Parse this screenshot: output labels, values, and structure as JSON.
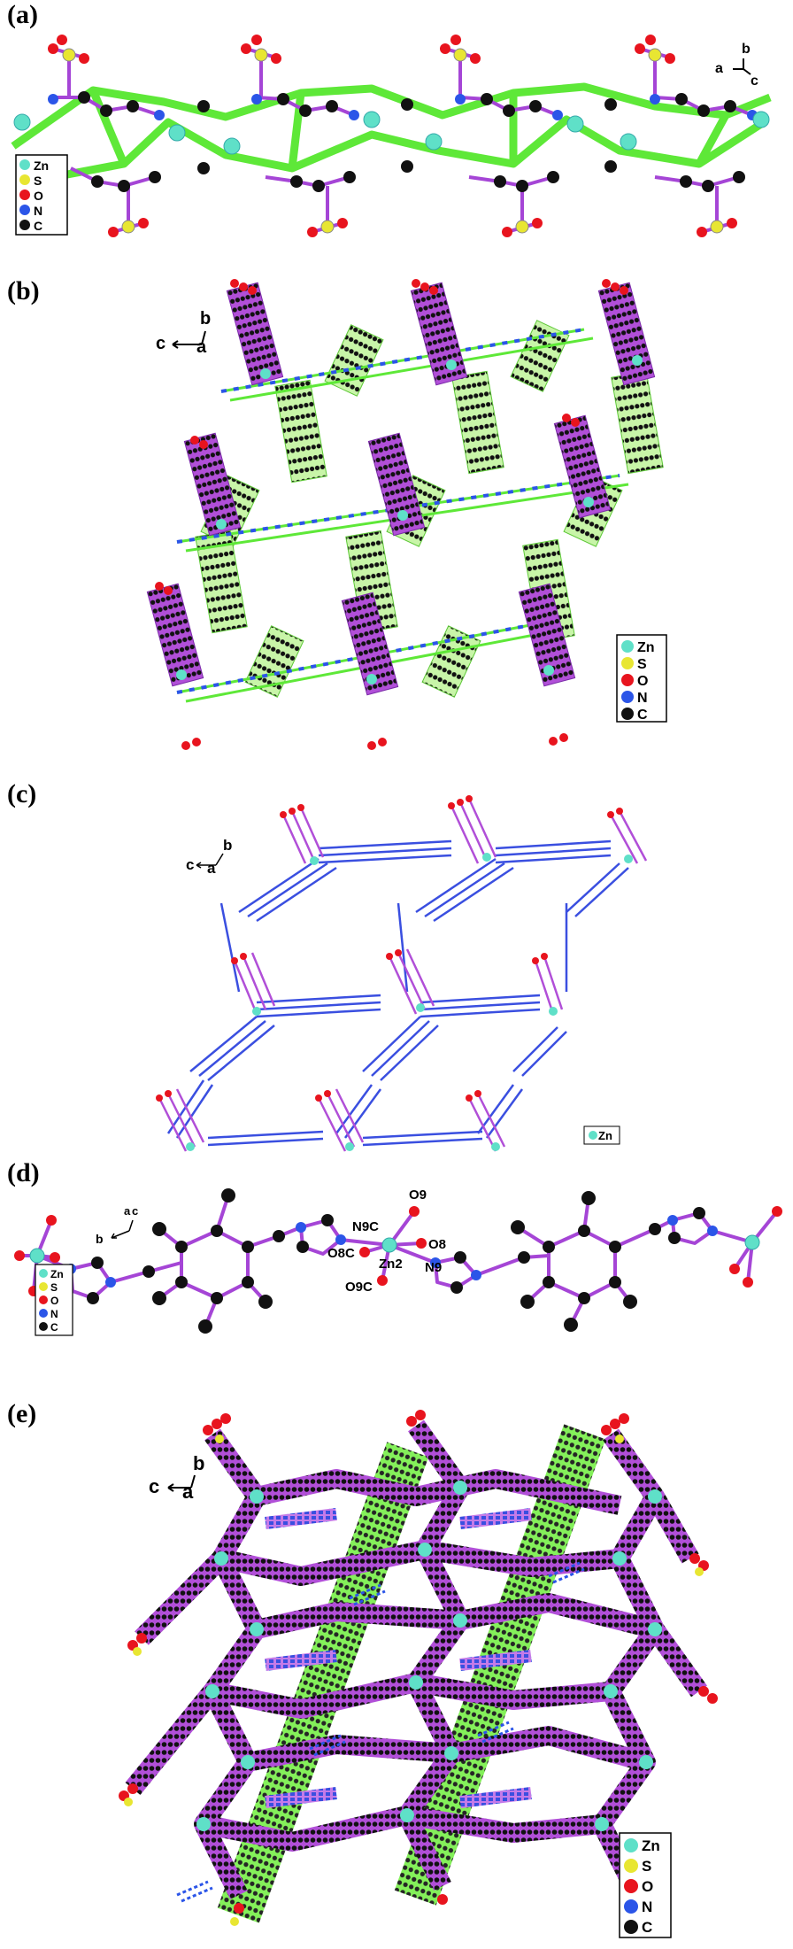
{
  "panels": [
    {
      "label": "(a)",
      "axes": [
        "a",
        "b",
        "c"
      ]
    },
    {
      "label": "(b)",
      "axes": [
        "c",
        "b",
        "a"
      ]
    },
    {
      "label": "(c)",
      "axes": [
        "c",
        "a",
        "b"
      ]
    },
    {
      "label": "(d)",
      "axes": [
        "b",
        "a",
        "c"
      ]
    },
    {
      "label": "(e)",
      "axes": [
        "c",
        "b",
        "a"
      ]
    }
  ],
  "legend": {
    "elements": [
      "Zn",
      "S",
      "O",
      "N",
      "C"
    ],
    "colors": {
      "Zn": "#5fe0c8",
      "S": "#e8e632",
      "O": "#e8141e",
      "N": "#2b55e8",
      "C": "#111111"
    }
  },
  "legend_c": {
    "elements": [
      "Zn"
    ]
  },
  "atom_labels": [
    "N9C",
    "O9",
    "O8C",
    "O8",
    "Zn2",
    "N9",
    "O9C"
  ]
}
